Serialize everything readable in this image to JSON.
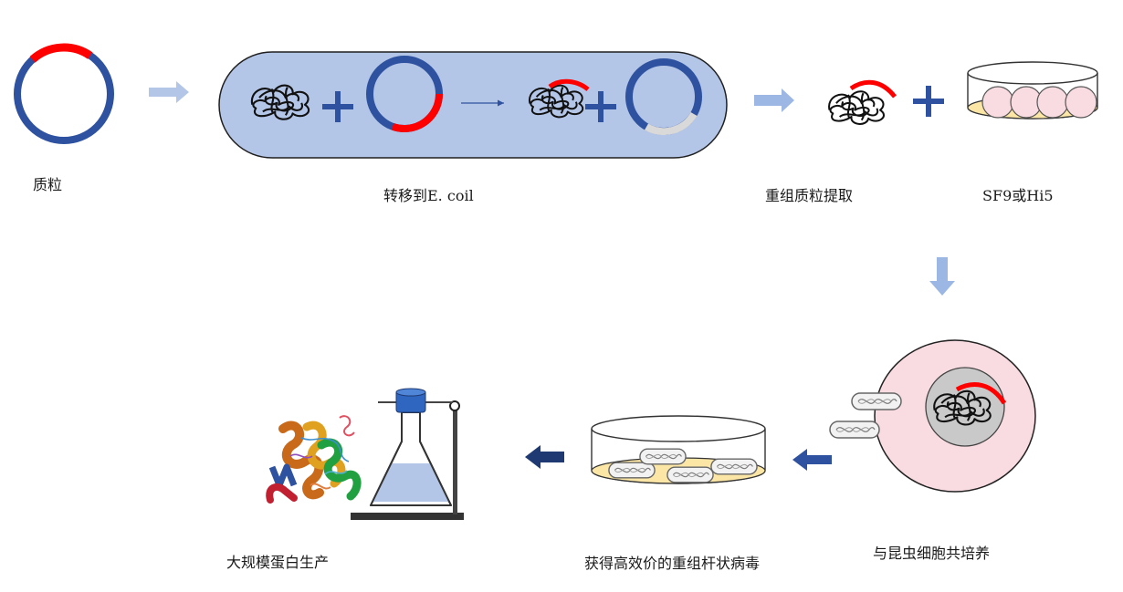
{
  "steps": [
    {
      "label": "质粒"
    },
    {
      "label": "转移到E. coil"
    },
    {
      "label": "重组质粒提取"
    },
    {
      "label": "SF9或Hi5"
    },
    {
      "label": "与昆虫细胞共培养"
    },
    {
      "label": "获得高效价的重组杆状病毒"
    },
    {
      "label": "大规模蛋白生产"
    }
  ],
  "colors": {
    "plasmid_blue": "#2e52a0",
    "insert_red": "#ff0000",
    "capsule_fill": "#b4c6e7",
    "arrow_light": "#9cb7e3",
    "arrow_dark": "#2e52a0",
    "arrow_darkest": "#1f3a73",
    "cell_pink": "#f9dce1",
    "dish_medium": "#fbe6a6",
    "nucleus_gray": "#c9c9c9",
    "gap_gray": "#d9d9d9"
  }
}
